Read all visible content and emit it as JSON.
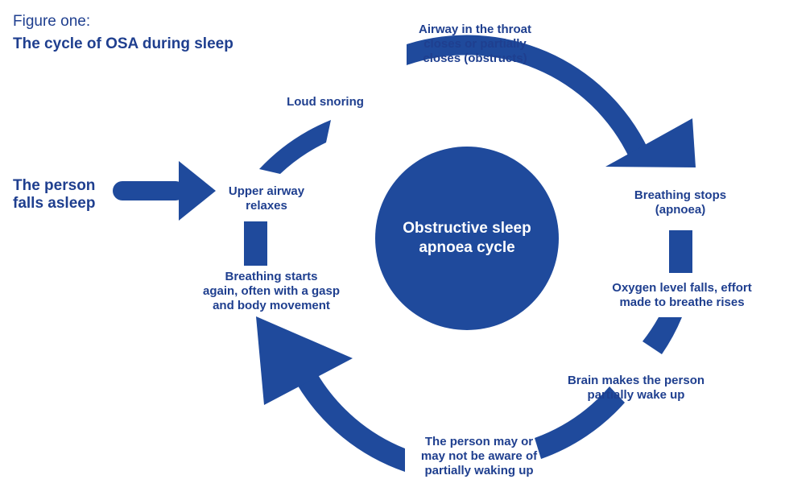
{
  "figure": {
    "label": "Figure one:",
    "title": "The cycle of OSA during sleep"
  },
  "entry": {
    "line1": "The person",
    "line2": "falls asleep"
  },
  "center": {
    "line1": "Obstructive sleep",
    "line2": "apnoea cycle"
  },
  "steps": {
    "airway_closes": {
      "line1": "Airway in the throat",
      "line2": "closes or partially",
      "line3": "closes (obstructs)"
    },
    "breathing_stops": {
      "line1": "Breathing stops",
      "line2": "(apnoea)"
    },
    "oxygen_falls": {
      "line1": "Oxygen level falls, effort",
      "line2": "made to breathe rises"
    },
    "brain_wakes": {
      "line1": "Brain makes the person",
      "line2": "partially wake up"
    },
    "may_not_be_aware": {
      "line1": "The person may or",
      "line2": "may not be aware of",
      "line3": "partially waking up"
    },
    "breathing_starts": {
      "line1": "Breathing starts",
      "line2": "again, often with a gasp",
      "line3": "and body movement"
    },
    "upper_airway": {
      "line1": "Upper airway",
      "line2": "relaxes"
    },
    "loud_snoring": {
      "line1": "Loud snoring"
    }
  },
  "colors": {
    "primary": "#1f4a9c",
    "text": "#1f3f8f",
    "background": "#ffffff"
  }
}
